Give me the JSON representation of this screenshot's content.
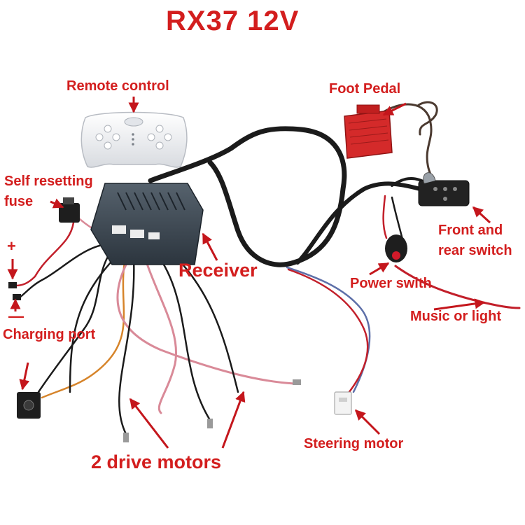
{
  "title": "RX37 12V",
  "labels": {
    "remote_control": "Remote control",
    "foot_pedal": "Foot Pedal",
    "self_resetting_line1": "Self resetting",
    "self_resetting_line2": "fuse",
    "plus": "+",
    "minus": "—",
    "receiver": "Receiver",
    "front_rear_line1": "Front and",
    "front_rear_line2": "rear switch",
    "power_switch": "Power swith",
    "music_light": "Music or light",
    "charging_port": "Charging port",
    "steering_motor": "Steering motor",
    "drive_motors": "2 drive motors"
  },
  "colors": {
    "label_red": "#d31e1e",
    "wire_black": "#1b1b1b",
    "wire_pink": "#d98a98",
    "wire_red": "#c21f2a",
    "wire_blue": "#5d6fa8",
    "wire_orange": "#d6842a",
    "receiver_body": "#3a4550",
    "pedal_red": "#d42a2a",
    "remote_white": "#f2f3f5"
  }
}
